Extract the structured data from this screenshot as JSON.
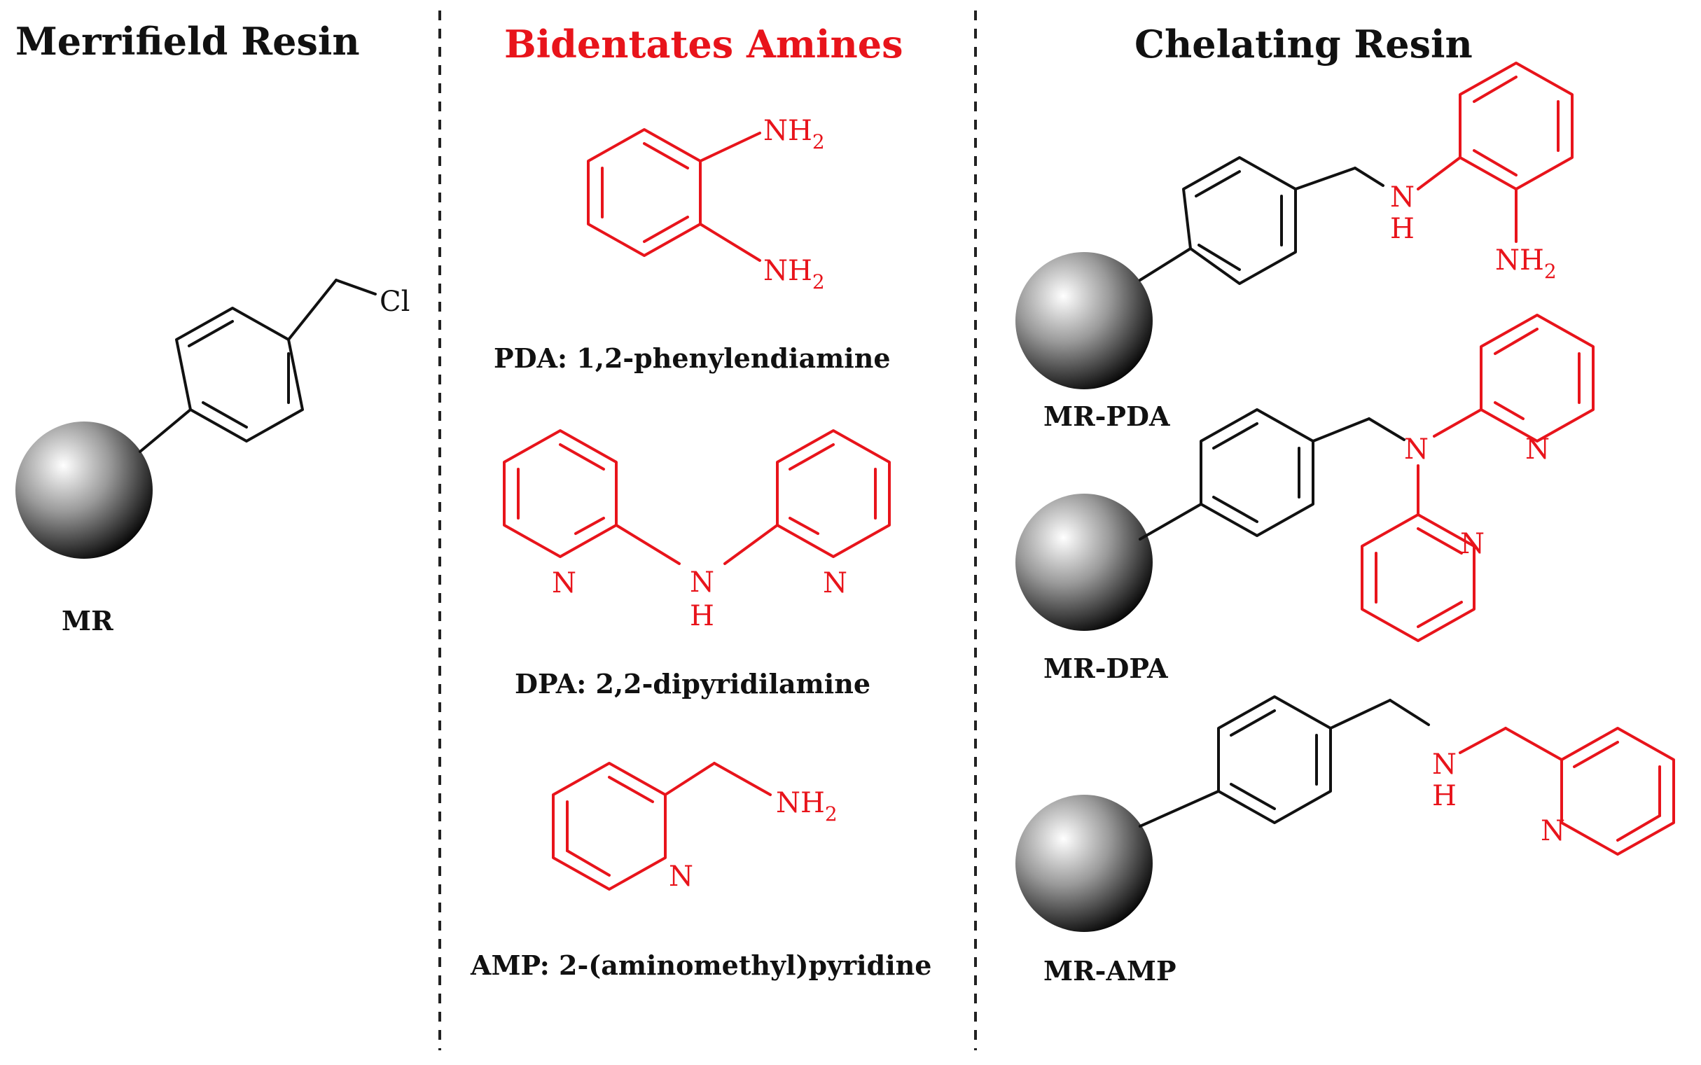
{
  "colors": {
    "amine_red": "#e8141b",
    "ink": "#111111",
    "background": "#ffffff"
  },
  "headers": {
    "merrifield": "Merrifield Resin",
    "amines": "Bidentates Amines",
    "chelating": "Chelating Resin"
  },
  "labels": {
    "mr": "MR",
    "pda": "PDA: 1,2-phenylendiamine",
    "dpa": "DPA: 2,2-dipyridilamine",
    "amp": "AMP: 2-(aminomethyl)pyridine",
    "mr_pda": "MR-PDA",
    "mr_dpa": "MR-DPA",
    "mr_amp": "MR-AMP"
  },
  "atoms": {
    "cl": "Cl",
    "nh2_main": "NH",
    "nh2_sub": "2",
    "n": "N",
    "h": "H"
  }
}
